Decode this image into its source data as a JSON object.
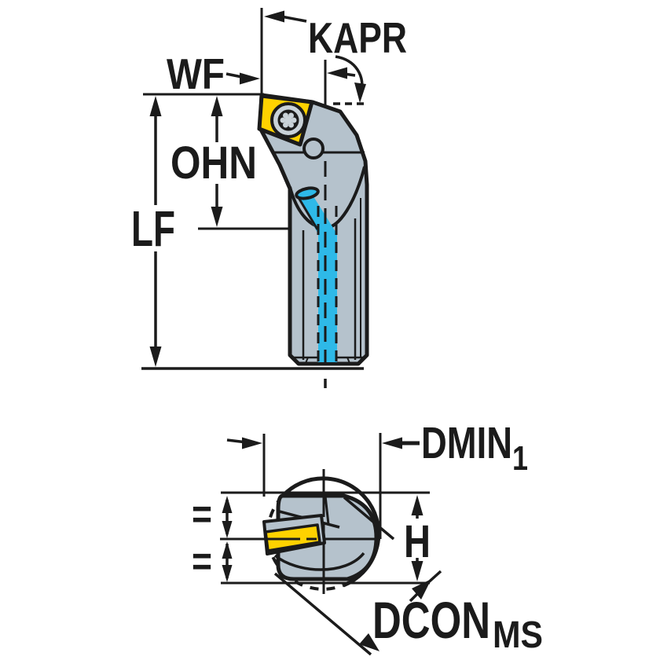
{
  "figure": {
    "side_view": {
      "labels": {
        "kapr": "KAPR",
        "wf": "WF",
        "ohn": "OHN",
        "lf": "LF"
      }
    },
    "end_view": {
      "labels": {
        "dmin": "DMIN",
        "dmin_sub": "1",
        "h": "H",
        "dcon": "DCON",
        "dcon_sub": "MS",
        "equal_upper": "=",
        "equal_lower": "="
      }
    },
    "colors": {
      "outline": "#1b1b1b",
      "body_gray": "#b5c2cc",
      "body_gray_light": "#c9d2d8",
      "insert_yellow": "#ffd200",
      "coolant_cyan": "#2eb9e8",
      "background": "#ffffff"
    }
  }
}
